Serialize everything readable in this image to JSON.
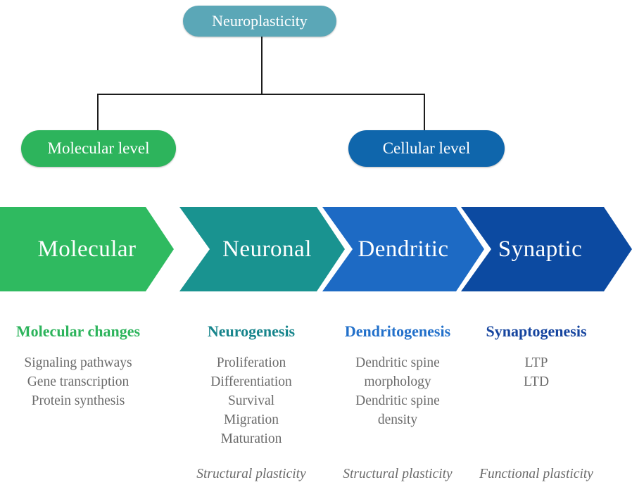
{
  "tree": {
    "root": {
      "label": "Neuroplasticity",
      "color": "#5ba7b7"
    },
    "children": [
      {
        "label": "Molecular level",
        "color": "#2db45c"
      },
      {
        "label": "Cellular level",
        "color": "#0f66ac"
      }
    ]
  },
  "stages": [
    {
      "label": "Molecular",
      "arrow_color": "#2fba60",
      "heading": "Molecular changes",
      "heading_color": "#2db45c",
      "items": [
        "Signaling pathways",
        "Gene transcription",
        "Protein synthesis"
      ],
      "footnote": ""
    },
    {
      "label": "Neuronal",
      "arrow_color": "#199390",
      "heading": "Neurogenesis",
      "heading_color": "#17858c",
      "items": [
        "Proliferation",
        "Differentiation",
        "Survival",
        "Migration",
        "Maturation"
      ],
      "footnote": "Structural plasticity"
    },
    {
      "label": "Dendritic",
      "arrow_color": "#1d6ac4",
      "heading": "Dendritogenesis",
      "heading_color": "#2270ca",
      "items": [
        "Dendritic spine morphology",
        "Dendritic spine density"
      ],
      "footnote": "Structural plasticity"
    },
    {
      "label": "Synaptic",
      "arrow_color": "#0c4aa1",
      "heading": "Synaptogenesis",
      "heading_color": "#16459f",
      "items": [
        "LTP",
        "LTD"
      ],
      "footnote": "Functional plasticity"
    }
  ],
  "body_text_color": "#6b6b6b",
  "connector_line_color": "#1c1c1c"
}
